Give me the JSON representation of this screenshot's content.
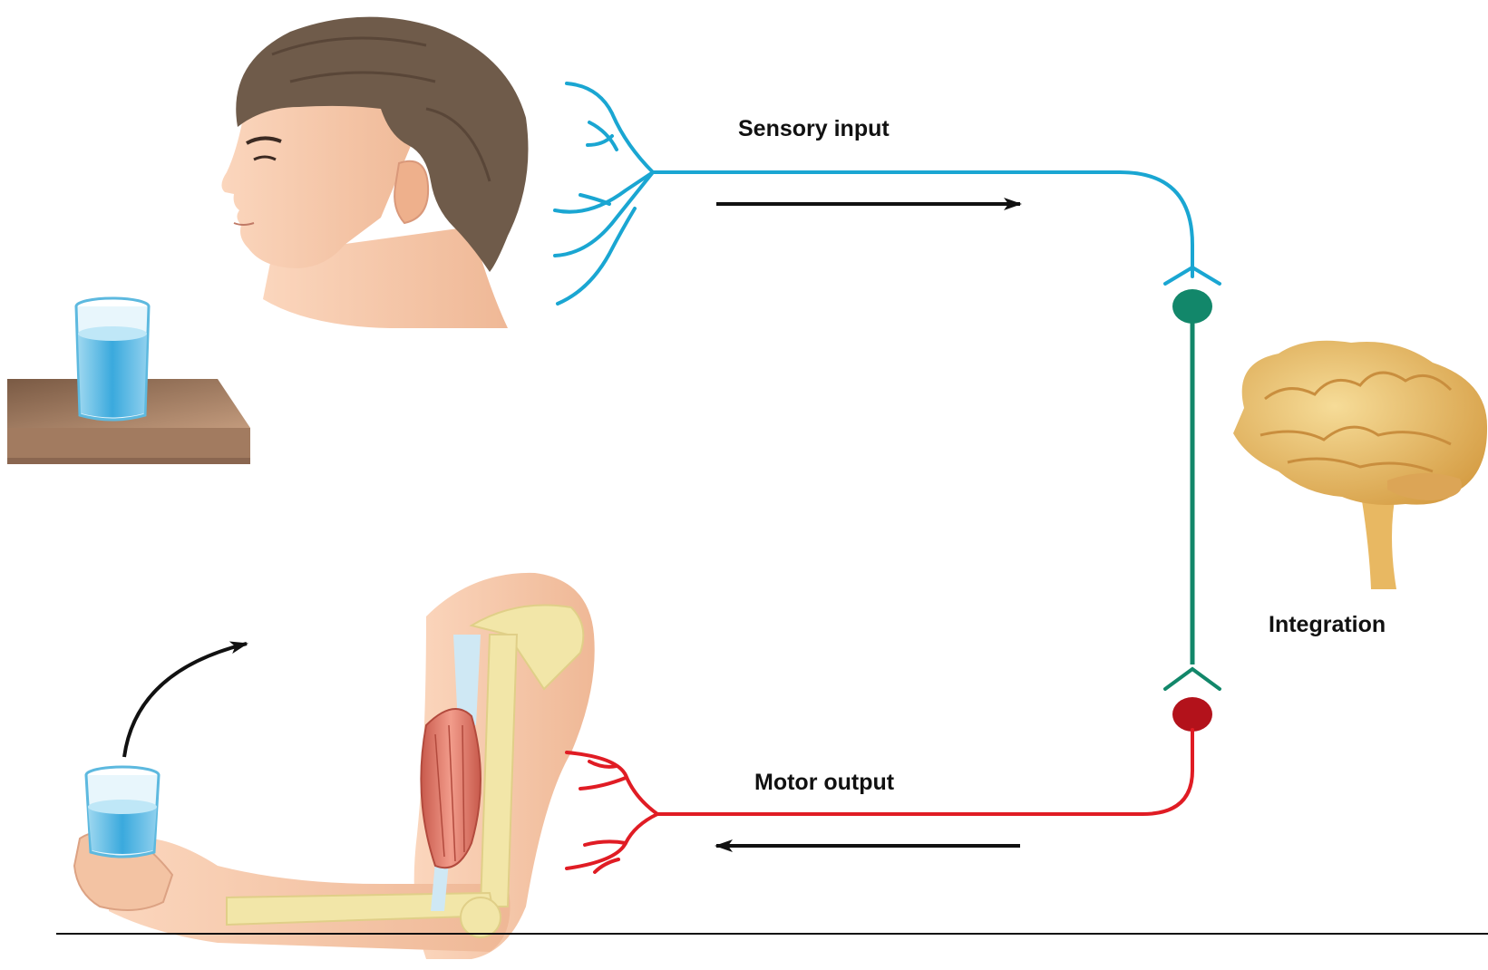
{
  "labels": {
    "sensory": "Sensory input",
    "integration": "Integration",
    "motor": "Motor output"
  },
  "colors": {
    "sensory": "#1aa6d2",
    "interneuron": "#12876a",
    "motor": "#e01c24",
    "motor_soma": "#b3121b",
    "arrow": "#111111",
    "water": "#4fb7e2",
    "brain": "#e7b863",
    "muscle": "#e07c6c",
    "bone": "#f2e6a8",
    "skin": "#f6c7a6",
    "hair": "#6f5b4a",
    "table": "#9c7559"
  },
  "icons": {
    "head": "human-head-profile",
    "glass": "water-glass",
    "brain": "brain",
    "arm": "arm-lifting-glass"
  }
}
